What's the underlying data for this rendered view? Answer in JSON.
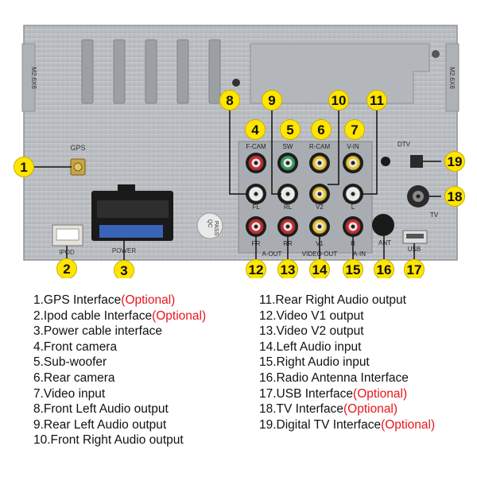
{
  "panel": {
    "gps_label": "GPS",
    "ipod_label": "IPOD",
    "power_label": "POWER",
    "qc_line1": "QC",
    "qc_line2": "PASS",
    "fcam": "F-CAM",
    "sw": "SW",
    "rcam": "R-CAM",
    "vin": "V-IN",
    "fl": "FL",
    "rl": "RL",
    "v2": "V2",
    "l": "L",
    "fr": "FR",
    "rr": "RR",
    "v1": "V1",
    "r": "R",
    "aout": "A-OUT",
    "videoout": "VIDEO-OUT",
    "ain": "A-IN",
    "ant": "ANT",
    "usb": "USB",
    "dtv": "DTV",
    "tv": "TV",
    "side_left": "M2.6X8",
    "side_right": "M2.6X8"
  },
  "callouts": [
    "1",
    "2",
    "3",
    "4",
    "5",
    "6",
    "7",
    "8",
    "9",
    "10",
    "11",
    "12",
    "13",
    "14",
    "15",
    "16",
    "17",
    "18",
    "19"
  ],
  "legend": {
    "left": [
      {
        "text": "1.GPS Interface",
        "opt": "(Optional)"
      },
      {
        "text": "2.Ipod cable Interface",
        "opt": "(Optional)"
      },
      {
        "text": "3.Power cable interface",
        "opt": ""
      },
      {
        "text": "4.Front camera",
        "opt": ""
      },
      {
        "text": "5.Sub-woofer",
        "opt": ""
      },
      {
        "text": "6.Rear camera",
        "opt": ""
      },
      {
        "text": "7.Video input",
        "opt": ""
      },
      {
        "text": "8.Front Left Audio output",
        "opt": ""
      },
      {
        "text": "9.Rear Left Audio output",
        "opt": ""
      },
      {
        "text": "10.Front Right Audio output",
        "opt": ""
      }
    ],
    "right": [
      {
        "text": "11.Rear Right Audio output",
        "opt": ""
      },
      {
        "text": "12.Video V1 output",
        "opt": ""
      },
      {
        "text": "13.Video V2 output",
        "opt": ""
      },
      {
        "text": "14.Left Audio input",
        "opt": ""
      },
      {
        "text": "15.Right Audio input",
        "opt": ""
      },
      {
        "text": "16.Radio Antenna Interface",
        "opt": ""
      },
      {
        "text": "17.USB Interface",
        "opt": "(Optional)"
      },
      {
        "text": "18.TV Interface",
        "opt": "(Optional)"
      },
      {
        "text": "19.Digital TV Interface",
        "opt": "(Optional)"
      }
    ]
  },
  "colors": {
    "callout_fill": "#ffe500",
    "optional_text": "#e8141c",
    "panel_metal": "#b9bcbf",
    "rca_red": "#d8222a",
    "rca_yellow": "#e8c21a",
    "rca_white": "#eeeeee",
    "rca_green": "#2aa05a"
  }
}
